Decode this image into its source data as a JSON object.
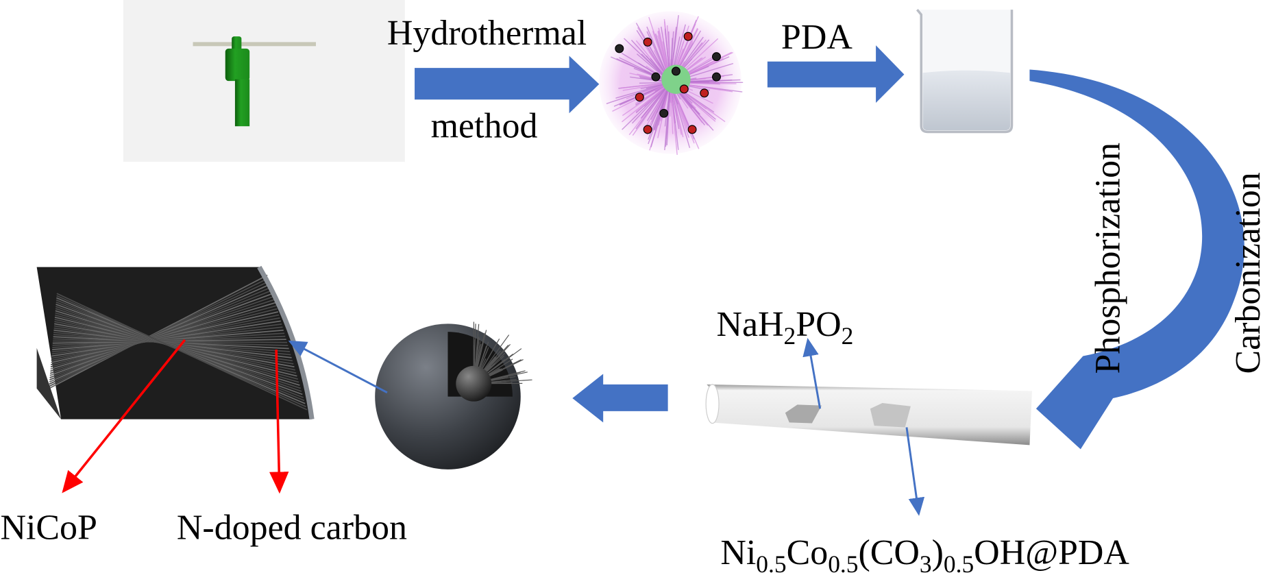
{
  "steps": {
    "hydrothermal_line1": "Hydrothermal",
    "hydrothermal_line2": "method",
    "pda": "PDA",
    "phosphorization": "Phosphorization",
    "carbonization": "Carbonization"
  },
  "tube_labels": {
    "nah2po2": {
      "a": "NaH",
      "s1": "2",
      "b": "PO",
      "s2": "2"
    },
    "precursor": {
      "a": "Ni",
      "s1": "0.5",
      "b": "Co",
      "s2": "0.5",
      "c": "(CO",
      "s3": "3",
      "d": ")",
      "s4": "0.5",
      "e": "OH@PDA"
    }
  },
  "product_labels": {
    "nicop": "NiCoP",
    "carbon": "N-doped carbon"
  },
  "colors": {
    "arrow_blue": "#4472c4",
    "pointer_red": "#ff0000",
    "autoclave_green": "#22a022"
  }
}
